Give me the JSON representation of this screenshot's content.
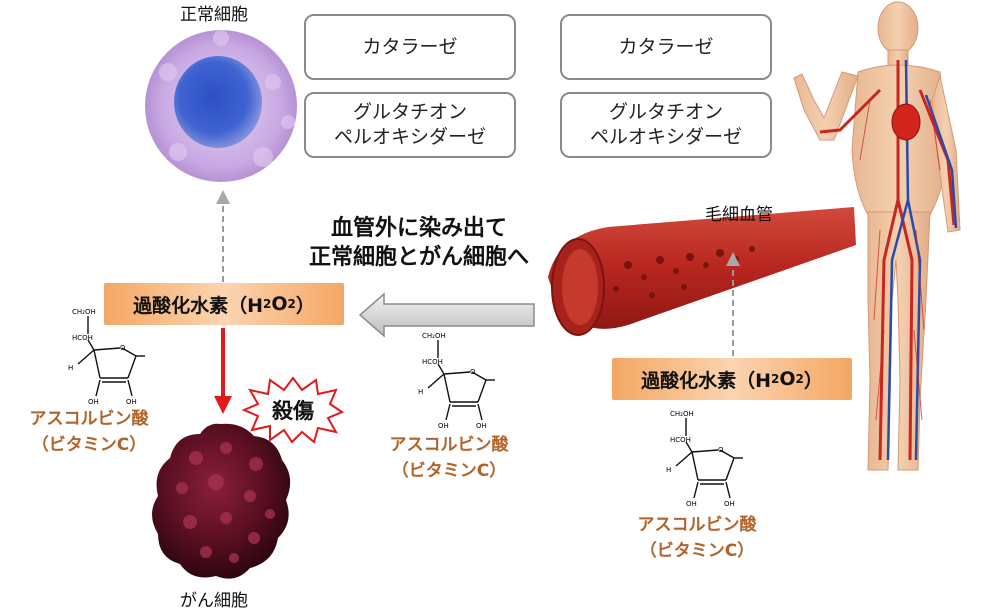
{
  "normal_cell": {
    "label": "正常細胞"
  },
  "cancer_cell": {
    "label": "がん細胞"
  },
  "enzymes_left": {
    "catalase": "カタラーゼ",
    "gpx_line1": "グルタチオン",
    "gpx_line2": "ペルオキシダーゼ"
  },
  "enzymes_right": {
    "catalase": "カタラーゼ",
    "gpx_line1": "グルタチオン",
    "gpx_line2": "ペルオキシダーゼ"
  },
  "capillary": {
    "label": "毛細血管"
  },
  "leak_text": {
    "line1": "血管外に染み出て",
    "line2": "正常細胞とがん細胞へ"
  },
  "h2o2_left": {
    "text": "過酸化水素（H",
    "sub1": "2",
    "mid": "O",
    "sub2": "2",
    "close": "）"
  },
  "h2o2_right": {
    "text": "過酸化水素（H",
    "sub1": "2",
    "mid": "O",
    "sub2": "2",
    "close": "）"
  },
  "damage": {
    "label": "殺傷"
  },
  "ascorbic_left": {
    "name": "アスコルビン酸",
    "alias": "（ビタミンC）"
  },
  "ascorbic_mid": {
    "name": "アスコルビン酸",
    "alias": "（ビタミンC）"
  },
  "ascorbic_right": {
    "name": "アスコルビン酸",
    "alias": "（ビタミンC）"
  },
  "structure": {
    "ch2oh": "CH₂OH",
    "hcoh": "HCOH",
    "h": "H",
    "o": "O",
    "oh1": "OH",
    "oh2": "OH"
  },
  "colors": {
    "orange_text": "#b0632a",
    "arrow_red": "#e0191b",
    "vessel": "#b8261f"
  }
}
